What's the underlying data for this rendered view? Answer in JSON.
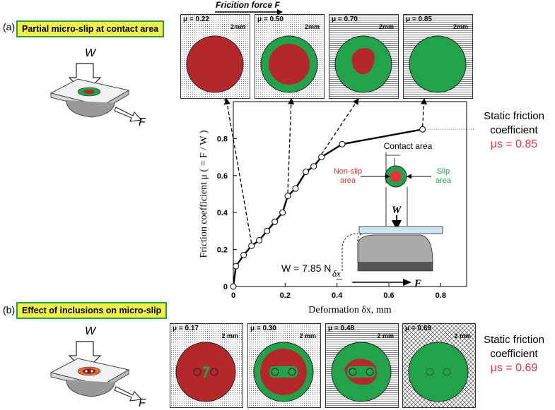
{
  "section_a": {
    "tag": "(a)",
    "badge": "Partial micro-slip at contact area"
  },
  "section_b": {
    "tag": "(b)",
    "badge": "Effect of inclusions on micro-slip"
  },
  "friction_force_label": "Fricition force F",
  "sketch_a": {
    "w": "W",
    "f": "F"
  },
  "sketch_b": {
    "w": "W",
    "f": "F"
  },
  "panels_a": [
    {
      "mu": "μ = 0.22",
      "scale": "2mm"
    },
    {
      "mu": "μ = 0.50",
      "scale": "2mm"
    },
    {
      "mu": "μ = 0.70",
      "scale": "2mm"
    },
    {
      "mu": "μ = 0.85",
      "scale": "2mm"
    }
  ],
  "panels_b": [
    {
      "mu": "μ = 0.17",
      "scale": "2 mm"
    },
    {
      "mu": "μ = 0.30",
      "scale": "2 mm"
    },
    {
      "mu": "μ = 0.48",
      "scale": "2 mm"
    },
    {
      "mu": "μ = 0.69",
      "scale": "2 mm"
    }
  ],
  "static_a": {
    "line1": "Static friction",
    "line2": "coefficient",
    "value": "μs = 0.85"
  },
  "static_b": {
    "line1": "Static friction",
    "line2": "coefficient",
    "value": "μs = 0.69"
  },
  "inset": {
    "contact_area": "Contact area",
    "nonslip_1": "Non-slip",
    "nonslip_2": "area",
    "slip_1": "Slip",
    "slip_2": "area",
    "w": "W",
    "f": "F",
    "delta": "δx"
  },
  "colors": {
    "red": "#e5323b",
    "green": "#22a24a",
    "dark_red": "#b4282c",
    "yellow": "#f2ef4a"
  },
  "chart_data": {
    "type": "line",
    "ylabel": "Friction coefficient μ ( = F / W )",
    "xlabel": "Deformation δx, mm",
    "annotation": "W = 7.85 N",
    "xlim": [
      0,
      0.9
    ],
    "ylim": [
      0,
      1
    ],
    "xticks": [
      "0",
      "0.2",
      "0.4",
      "0.6",
      "0.8"
    ],
    "yticks": [
      "0",
      "0.2",
      "0.4",
      "0.6",
      "0.8",
      "1"
    ],
    "x": [
      0,
      0.01,
      0.04,
      0.07,
      0.1,
      0.13,
      0.16,
      0.19,
      0.21,
      0.24,
      0.28,
      0.31,
      0.34,
      0.42,
      0.73
    ],
    "y": [
      0,
      0.11,
      0.17,
      0.22,
      0.25,
      0.3,
      0.35,
      0.4,
      0.49,
      0.53,
      0.62,
      0.65,
      0.7,
      0.77,
      0.85
    ]
  }
}
